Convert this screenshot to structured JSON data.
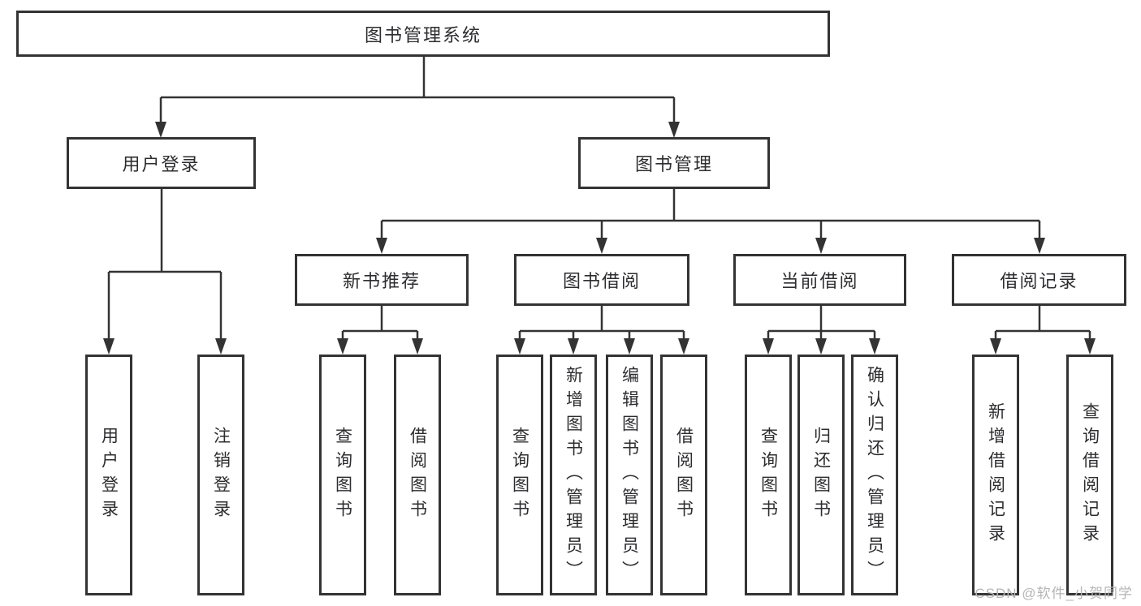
{
  "title": "图书管理系统",
  "tree": {
    "root": {
      "label": "图书管理系统"
    },
    "branches": [
      {
        "label": "用户登录",
        "leaves": [
          {
            "label": "用户登录"
          },
          {
            "label": "注销登录"
          }
        ]
      },
      {
        "label": "图书管理",
        "sections": [
          {
            "label": "新书推荐",
            "leaves": [
              {
                "label": "查询图书"
              },
              {
                "label": "借阅图书"
              }
            ]
          },
          {
            "label": "图书借阅",
            "leaves": [
              {
                "label": "查询图书"
              },
              {
                "label": "新增图书（管理员）"
              },
              {
                "label": "编辑图书（管理员）"
              },
              {
                "label": "借阅图书"
              }
            ]
          },
          {
            "label": "当前借阅",
            "leaves": [
              {
                "label": "查询图书"
              },
              {
                "label": "归还图书"
              },
              {
                "label": "确认归还（管理员）"
              }
            ]
          },
          {
            "label": "借阅记录",
            "leaves": [
              {
                "label": "新增借阅记录"
              },
              {
                "label": "查询借阅记录"
              }
            ]
          }
        ]
      }
    ]
  },
  "watermark": {
    "text": "CSDN @软件_小贺同学"
  },
  "colors": {
    "line": "#333333",
    "border": "#333333",
    "text": "#2d2d30",
    "background": "#ffffff",
    "watermark": "#b5b5b5"
  }
}
